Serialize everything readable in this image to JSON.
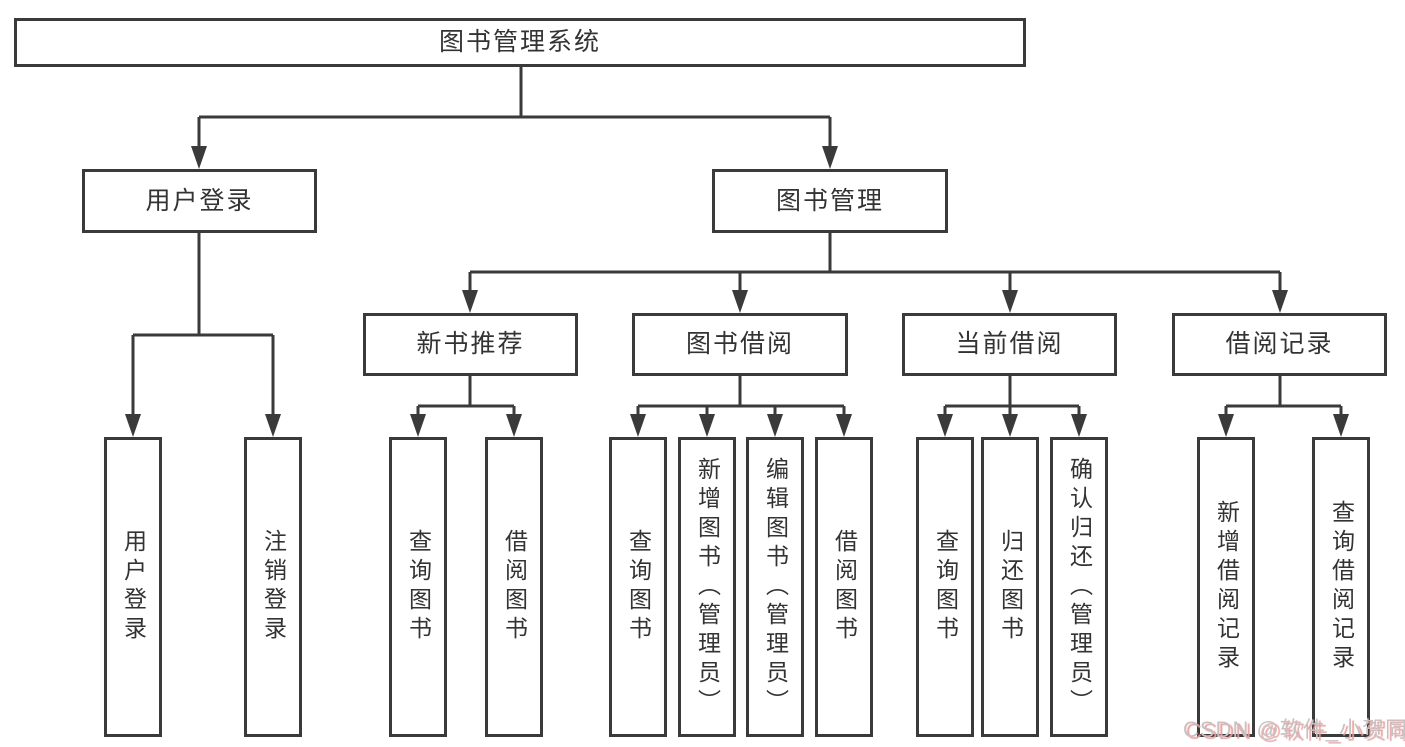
{
  "diagram": {
    "title": "图书管理系统",
    "branches": [
      {
        "label": "用户登录",
        "leaves": [
          "用户登录",
          "注销登录"
        ]
      },
      {
        "label": "图书管理",
        "groups": [
          {
            "label": "新书推荐",
            "leaves": [
              "查询图书",
              "借阅图书"
            ]
          },
          {
            "label": "图书借阅",
            "leaves": [
              "查询图书",
              "新增图书（管理员）",
              "编辑图书（管理员）",
              "借阅图书"
            ]
          },
          {
            "label": "当前借阅",
            "leaves": [
              "查询图书",
              "归还图书",
              "确认归还（管理员）"
            ]
          },
          {
            "label": "借阅记录",
            "leaves": [
              "新增借阅记录",
              "查询借阅记录"
            ]
          }
        ]
      }
    ]
  },
  "watermark": {
    "text": "CSDN @软件_小贺同学"
  },
  "colors": {
    "line": "#3a3a3a",
    "border": "#3a3a3a",
    "text": "#333333",
    "background": "#ffffff",
    "watermark_text": "#c3c3c3",
    "watermark_shadow": "#ef9e9e"
  }
}
